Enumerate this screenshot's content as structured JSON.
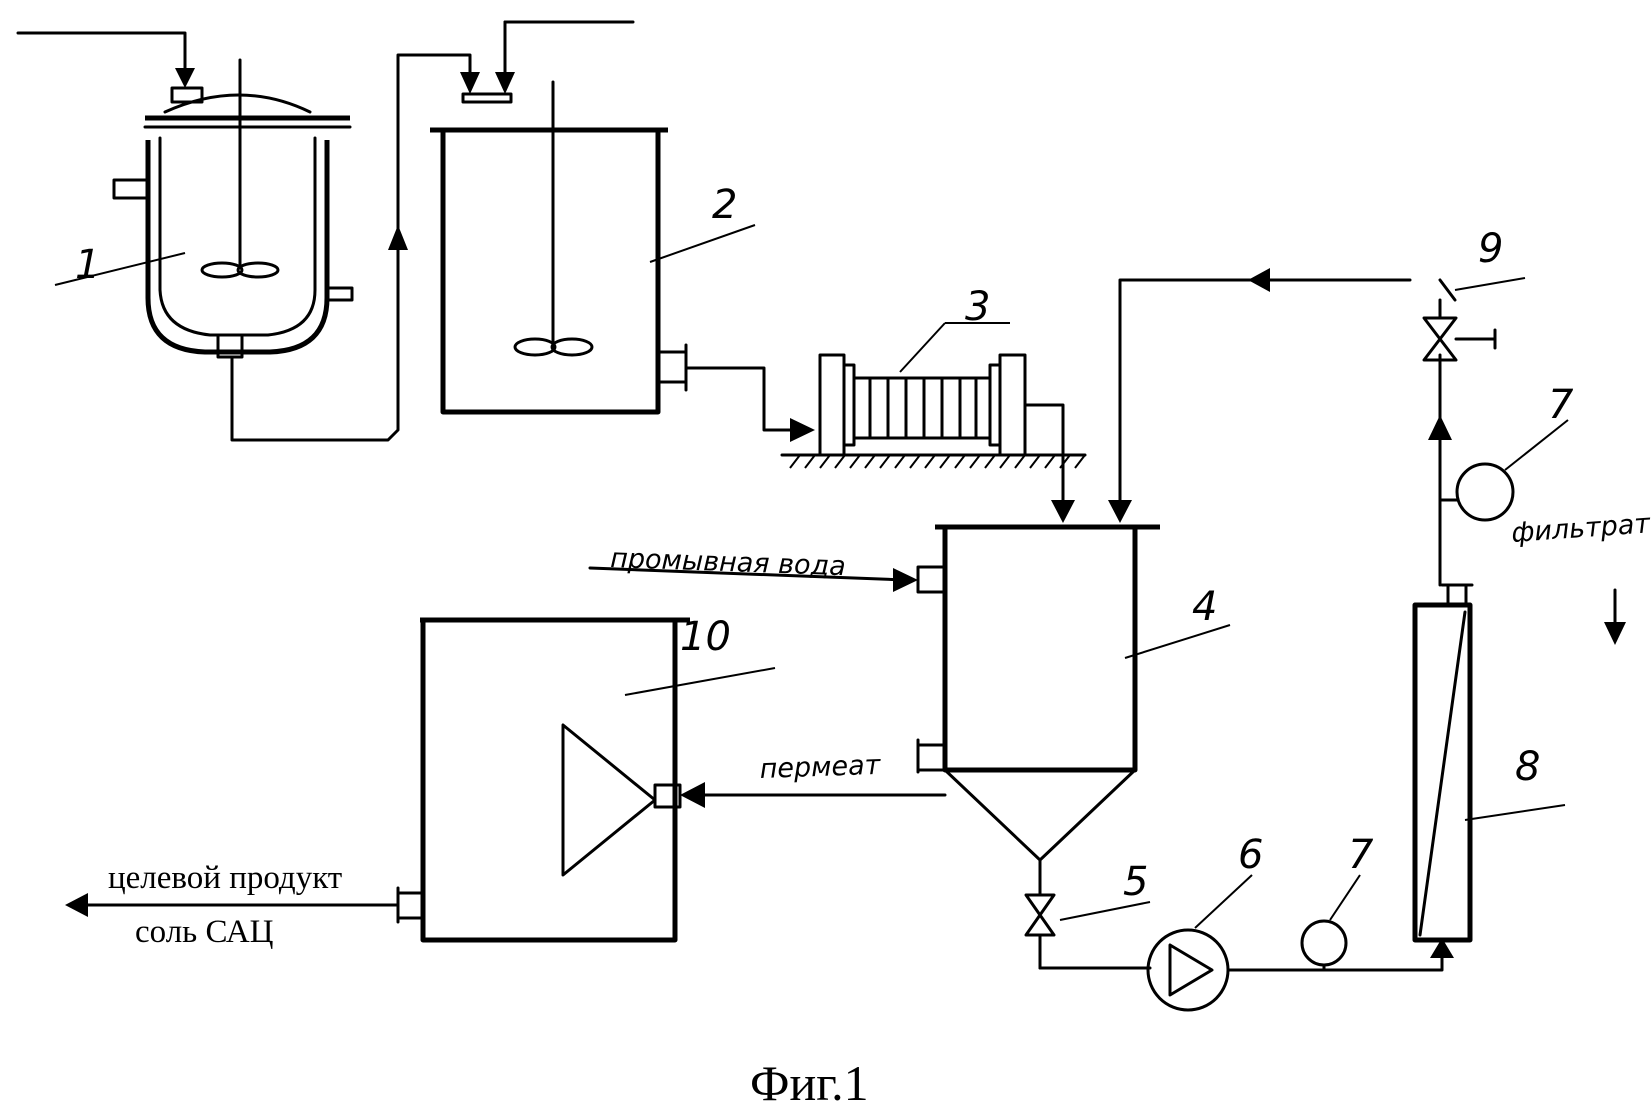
{
  "diagram": {
    "components": [
      {
        "id": "1",
        "label": "1"
      },
      {
        "id": "2",
        "label": "2"
      },
      {
        "id": "3",
        "label": "3"
      },
      {
        "id": "4",
        "label": "4"
      },
      {
        "id": "5",
        "label": "5"
      },
      {
        "id": "6",
        "label": "6"
      },
      {
        "id": "7a",
        "label": "7"
      },
      {
        "id": "7b",
        "label": "7"
      },
      {
        "id": "8",
        "label": "8"
      },
      {
        "id": "9",
        "label": "9"
      },
      {
        "id": "10",
        "label": "10"
      }
    ],
    "labels": {
      "wash_water": "промывная вода",
      "permeate": "пермеат",
      "filtrate": "фильтрат",
      "target_product_line1": "целевой продукт",
      "target_product_line2": "соль САЦ"
    },
    "caption": "Фиг.1"
  }
}
